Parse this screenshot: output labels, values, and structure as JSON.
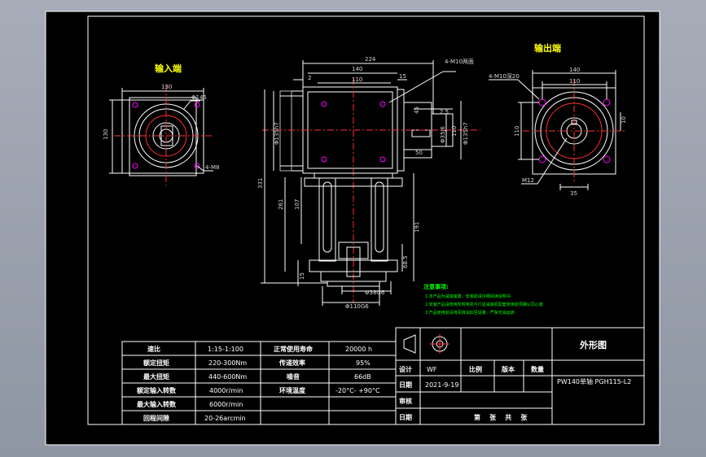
{
  "labels": {
    "input_end": "输入端",
    "output_end": "输出端"
  },
  "dimensions": {
    "in_130_w": "130",
    "in_130_h": "130",
    "in_phi145": "Φ145",
    "in_4m8": "4-M8",
    "top_224": "224",
    "top_140": "140",
    "top_110": "110",
    "top_2": "2",
    "top_15": "15",
    "top_4m10": "4-M10两面",
    "r_45": "45",
    "r_25": "2.5",
    "r_35": "Φ35j6",
    "r_110": "110",
    "r_phi135": "Φ135h7",
    "r_50": "50",
    "l_phi135": "Φ135h7",
    "v_331": "331",
    "v_261": "261",
    "v_107": "107",
    "v_191": "191",
    "v_15": "15",
    "v_685": "68.5",
    "b_phi38": "Φ38G6",
    "b_phi110": "Φ110G6",
    "out_140": "140",
    "out_110": "110",
    "out_4m10": "4-M10深20",
    "out_110v": "110",
    "out_10": "10",
    "out_m12": "M12",
    "out_35": "35"
  },
  "notes": {
    "title": "注意事项:",
    "items": [
      "1.本产品为减速装置，安装前请仔细阅读说明书",
      "2.安装产品请使用所附电机与行星减速机配套使用前须确认同心度",
      "3.产品使用前请将润滑油加至适量，严禁无油运转"
    ]
  },
  "spec_table": {
    "rows": [
      [
        "速比",
        "1:15-1:100",
        "正常使用寿命",
        "20000 h"
      ],
      [
        "额定扭矩",
        "220-300Nm",
        "传递效率",
        "95%"
      ],
      [
        "最大扭矩",
        "440-600Nm",
        "噪音",
        "66dB"
      ],
      [
        "额定输入转数",
        "4000r/min",
        "环境温度",
        "-20°C- +90°C"
      ],
      [
        "最大输入转数",
        "6000r/min",
        "",
        ""
      ],
      [
        "回程间隙",
        "20-26arcmin",
        "",
        ""
      ]
    ]
  },
  "title_block": {
    "drawing_title": "外形图",
    "design_label": "设计",
    "design_value": "WF",
    "scale_label": "比例",
    "version_label": "版本",
    "qty_label": "数量",
    "model": "PW140单轴 PGH115-L2",
    "date_label": "日期",
    "date_value": "2021-9-19",
    "review_label": "审核",
    "date2_label": "日期",
    "sheet_text": "第    张    共    张"
  },
  "colors": {
    "background": "#000000",
    "line": "#ffffff",
    "dimension": "#d8d8d8",
    "label_yellow": "#ffff00",
    "note_green": "#00ff00",
    "centerline": "#ff3030",
    "hole_magenta": "#ff00ff"
  }
}
